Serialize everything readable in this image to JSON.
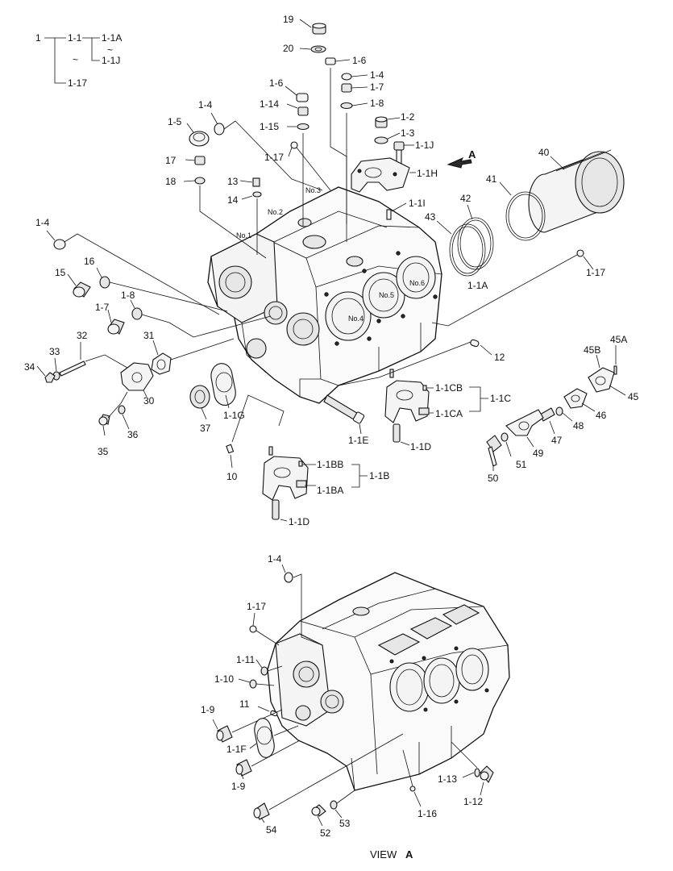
{
  "hierarchy": {
    "root": "1",
    "sub": "1-1",
    "from": "1-1A",
    "tilde1": "~",
    "to": "1-1J",
    "tilde2": "~",
    "last": "1-17"
  },
  "part_numbers": {
    "19": "19",
    "20": "20",
    "l16a": "1-6",
    "l14a": "1-4",
    "l17": "1-7",
    "l18": "1-8",
    "l16b": "1-6",
    "l114": "1-14",
    "l115": "1-15",
    "l14b": "1-4",
    "l15": "1-5",
    "l12": "1-2",
    "l13": "1-3",
    "l11j": "1-1J",
    "l117a": "1-17",
    "17": "17",
    "18": "18",
    "l11h": "1-1H",
    "13": "13",
    "14": "14",
    "l11i": "1-1I",
    "40": "40",
    "41": "41",
    "42": "42",
    "43": "43",
    "l14c": "1-4",
    "l117b": "1-17",
    "16": "16",
    "15": "15",
    "l11a": "1-1A",
    "l18b": "1-8",
    "l17b": "1-7",
    "32": "32",
    "31": "31",
    "33": "33",
    "34": "34",
    "12": "12",
    "45b": "45B",
    "45a": "45A",
    "30": "30",
    "l11cb": "1-1CB",
    "l11c": "1-1C",
    "45": "45",
    "l11ca": "1-1CA",
    "46": "46",
    "37": "37",
    "l11g": "1-1G",
    "36": "36",
    "35": "35",
    "48": "48",
    "l11e": "1-1E",
    "l11d": "1-1D",
    "47": "47",
    "49": "49",
    "51": "51",
    "10": "10",
    "50": "50",
    "l11bb": "1-1BB",
    "l11b": "1-1B",
    "l11ba": "1-1BA",
    "l11d2": "1-1D",
    "l14d": "1-4",
    "l117c": "1-17",
    "l111": "1-11",
    "l110": "1-10",
    "11": "11",
    "l19a": "1-9",
    "l11f": "1-1F",
    "l19b": "1-9",
    "l113": "1-13",
    "l112": "1-12",
    "54": "54",
    "53": "53",
    "52": "52",
    "l116": "1-16"
  },
  "view_arrow_letter": "A",
  "cylinder_labels": {
    "no1": "No.1",
    "no2": "No.2",
    "no3": "No.3",
    "no4": "No.4",
    "no5": "No.5",
    "no6": "No.6"
  },
  "view_caption": {
    "text": "VIEW",
    "letter": "A"
  }
}
